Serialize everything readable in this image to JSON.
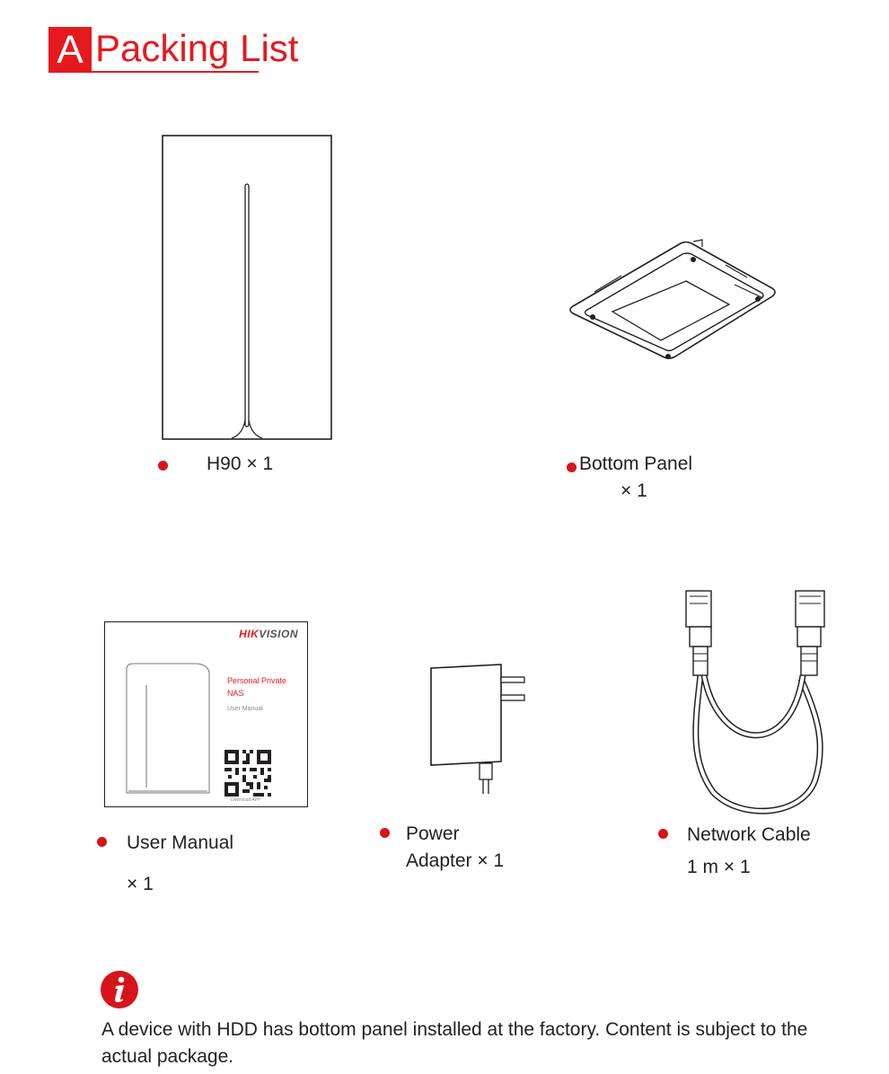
{
  "section": {
    "letter": "A",
    "title": "Packing List"
  },
  "items": {
    "h90": {
      "label": "H90 × 1"
    },
    "bottom_panel": {
      "line1": "Bottom Panel",
      "line2": "× 1"
    },
    "user_manual": {
      "line1": "User Manual",
      "line2": "× 1",
      "cover": {
        "brand_hik": "HIK",
        "brand_vision": "VISION",
        "title_line1": "Personal Private",
        "title_line2": "NAS",
        "subtitle": "User Manual",
        "qr_caption": "Download APP"
      }
    },
    "power_adapter": {
      "line1": "Power",
      "line2": "Adapter × 1"
    },
    "network_cable": {
      "line1": "Network Cable",
      "line2": "1 m × 1"
    }
  },
  "note": {
    "icon": "info-icon",
    "text": "A device with HDD has bottom panel installed at the factory. Content is subject to the actual package."
  },
  "colors": {
    "accent": "#e6191e",
    "bullet": "#d7141c",
    "text": "#231f20"
  }
}
